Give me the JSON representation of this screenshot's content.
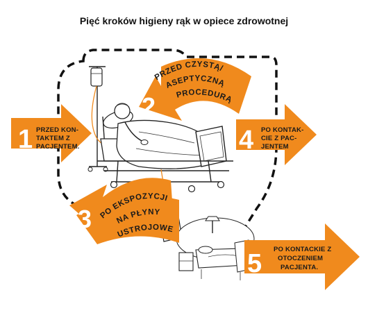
{
  "title": "Pięć kroków higieny rąk w opiece zdrowotnej",
  "colors": {
    "accent": "#F08A1D",
    "text": "#1a1a1a",
    "dash": "#111111"
  },
  "steps": [
    {
      "number": "1",
      "lines": [
        "PRZED KON-",
        "TAKTEM Z",
        "PACJENTEM."
      ]
    },
    {
      "number": "2",
      "lines": [
        "PRZED CZYSTĄ/",
        "ASEPTYCZNĄ",
        "PROCEDURĄ"
      ]
    },
    {
      "number": "3",
      "lines": [
        "PO EKSPOZYCJI",
        "NA PŁYNY",
        "USTROJOWE"
      ]
    },
    {
      "number": "4",
      "lines": [
        "PO KONTAK-",
        "CIE Z PAC-",
        "JENTEM"
      ]
    },
    {
      "number": "5",
      "lines": [
        "PO KONTACKIE Z",
        "OTOCZENIEM",
        "PACJENTA."
      ]
    }
  ]
}
